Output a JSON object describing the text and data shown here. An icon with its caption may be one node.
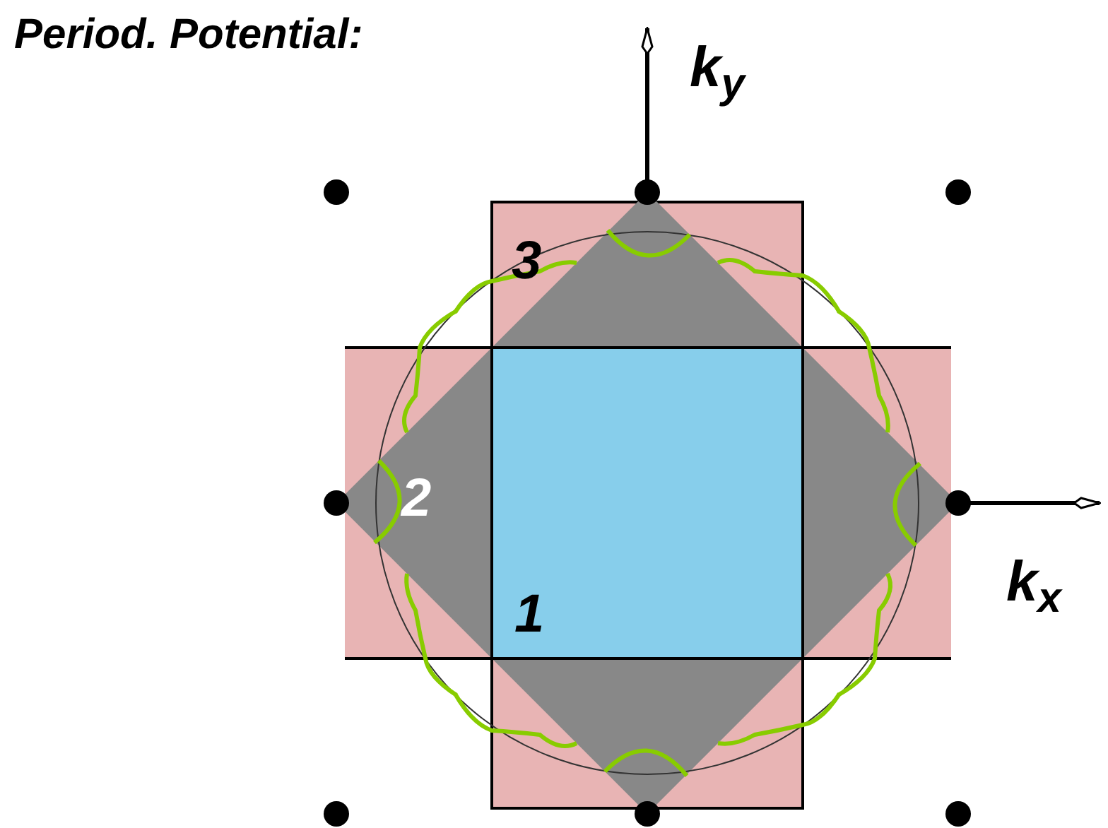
{
  "diagram": {
    "title": "Period. Potential:",
    "labels": [
      "k$_{y}$",
      "3",
      "2",
      "1",
      "k$_{x}$"
    ]
  }
}
